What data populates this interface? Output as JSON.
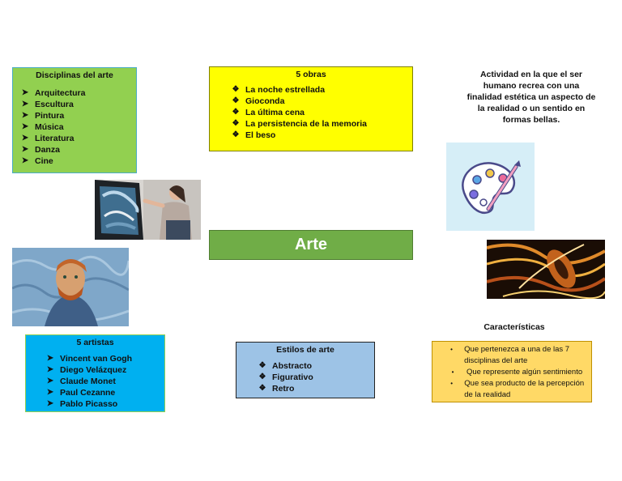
{
  "disciplinas": {
    "title": "Disciplinas del arte",
    "marker": "➤",
    "items": [
      "Arquitectura",
      "Escultura",
      "Pintura",
      "Música",
      "Literatura",
      "Danza",
      "Cine"
    ]
  },
  "obras": {
    "title": "5 obras",
    "marker": "❖",
    "items": [
      "La noche estrellada",
      "Gioconda",
      "La última cena",
      "La persistencia de la memoria",
      "El beso"
    ]
  },
  "definicion": {
    "text": "Actividad en la que el ser humano recrea con una finalidad estética un aspecto de la realidad o un sentido en formas bellas."
  },
  "center": {
    "title": "Arte"
  },
  "artistas": {
    "title": "5 artistas",
    "marker": "➤",
    "items": [
      "Vincent van Gogh",
      "Diego Velázquez",
      "Claude Monet",
      "Paul Cezanne",
      "Pablo Picasso"
    ]
  },
  "estilos": {
    "title": "Estilos de arte",
    "marker": "❖",
    "items": [
      "Abstracto",
      "Figurativo",
      "Retro"
    ]
  },
  "caracteristicas": {
    "title": "Características",
    "marker": "•",
    "items": [
      "Que pertenezca a una de las 7 disciplinas del arte",
      "Que represente algún sentimiento",
      "Que sea producto de la percepción de la realidad"
    ]
  },
  "colors": {
    "disciplinas_bg": "#92d050",
    "obras_bg": "#ffff00",
    "center_bg": "#70ad47",
    "artistas_bg": "#00b0f0",
    "estilos_bg": "#9dc3e6",
    "caracteristicas_bg": "#ffd966"
  },
  "images": {
    "painter": "woman-painting-photo",
    "portrait": "van-gogh-self-portrait",
    "palette": "paint-palette-icon",
    "violin": "abstract-violin-art"
  }
}
